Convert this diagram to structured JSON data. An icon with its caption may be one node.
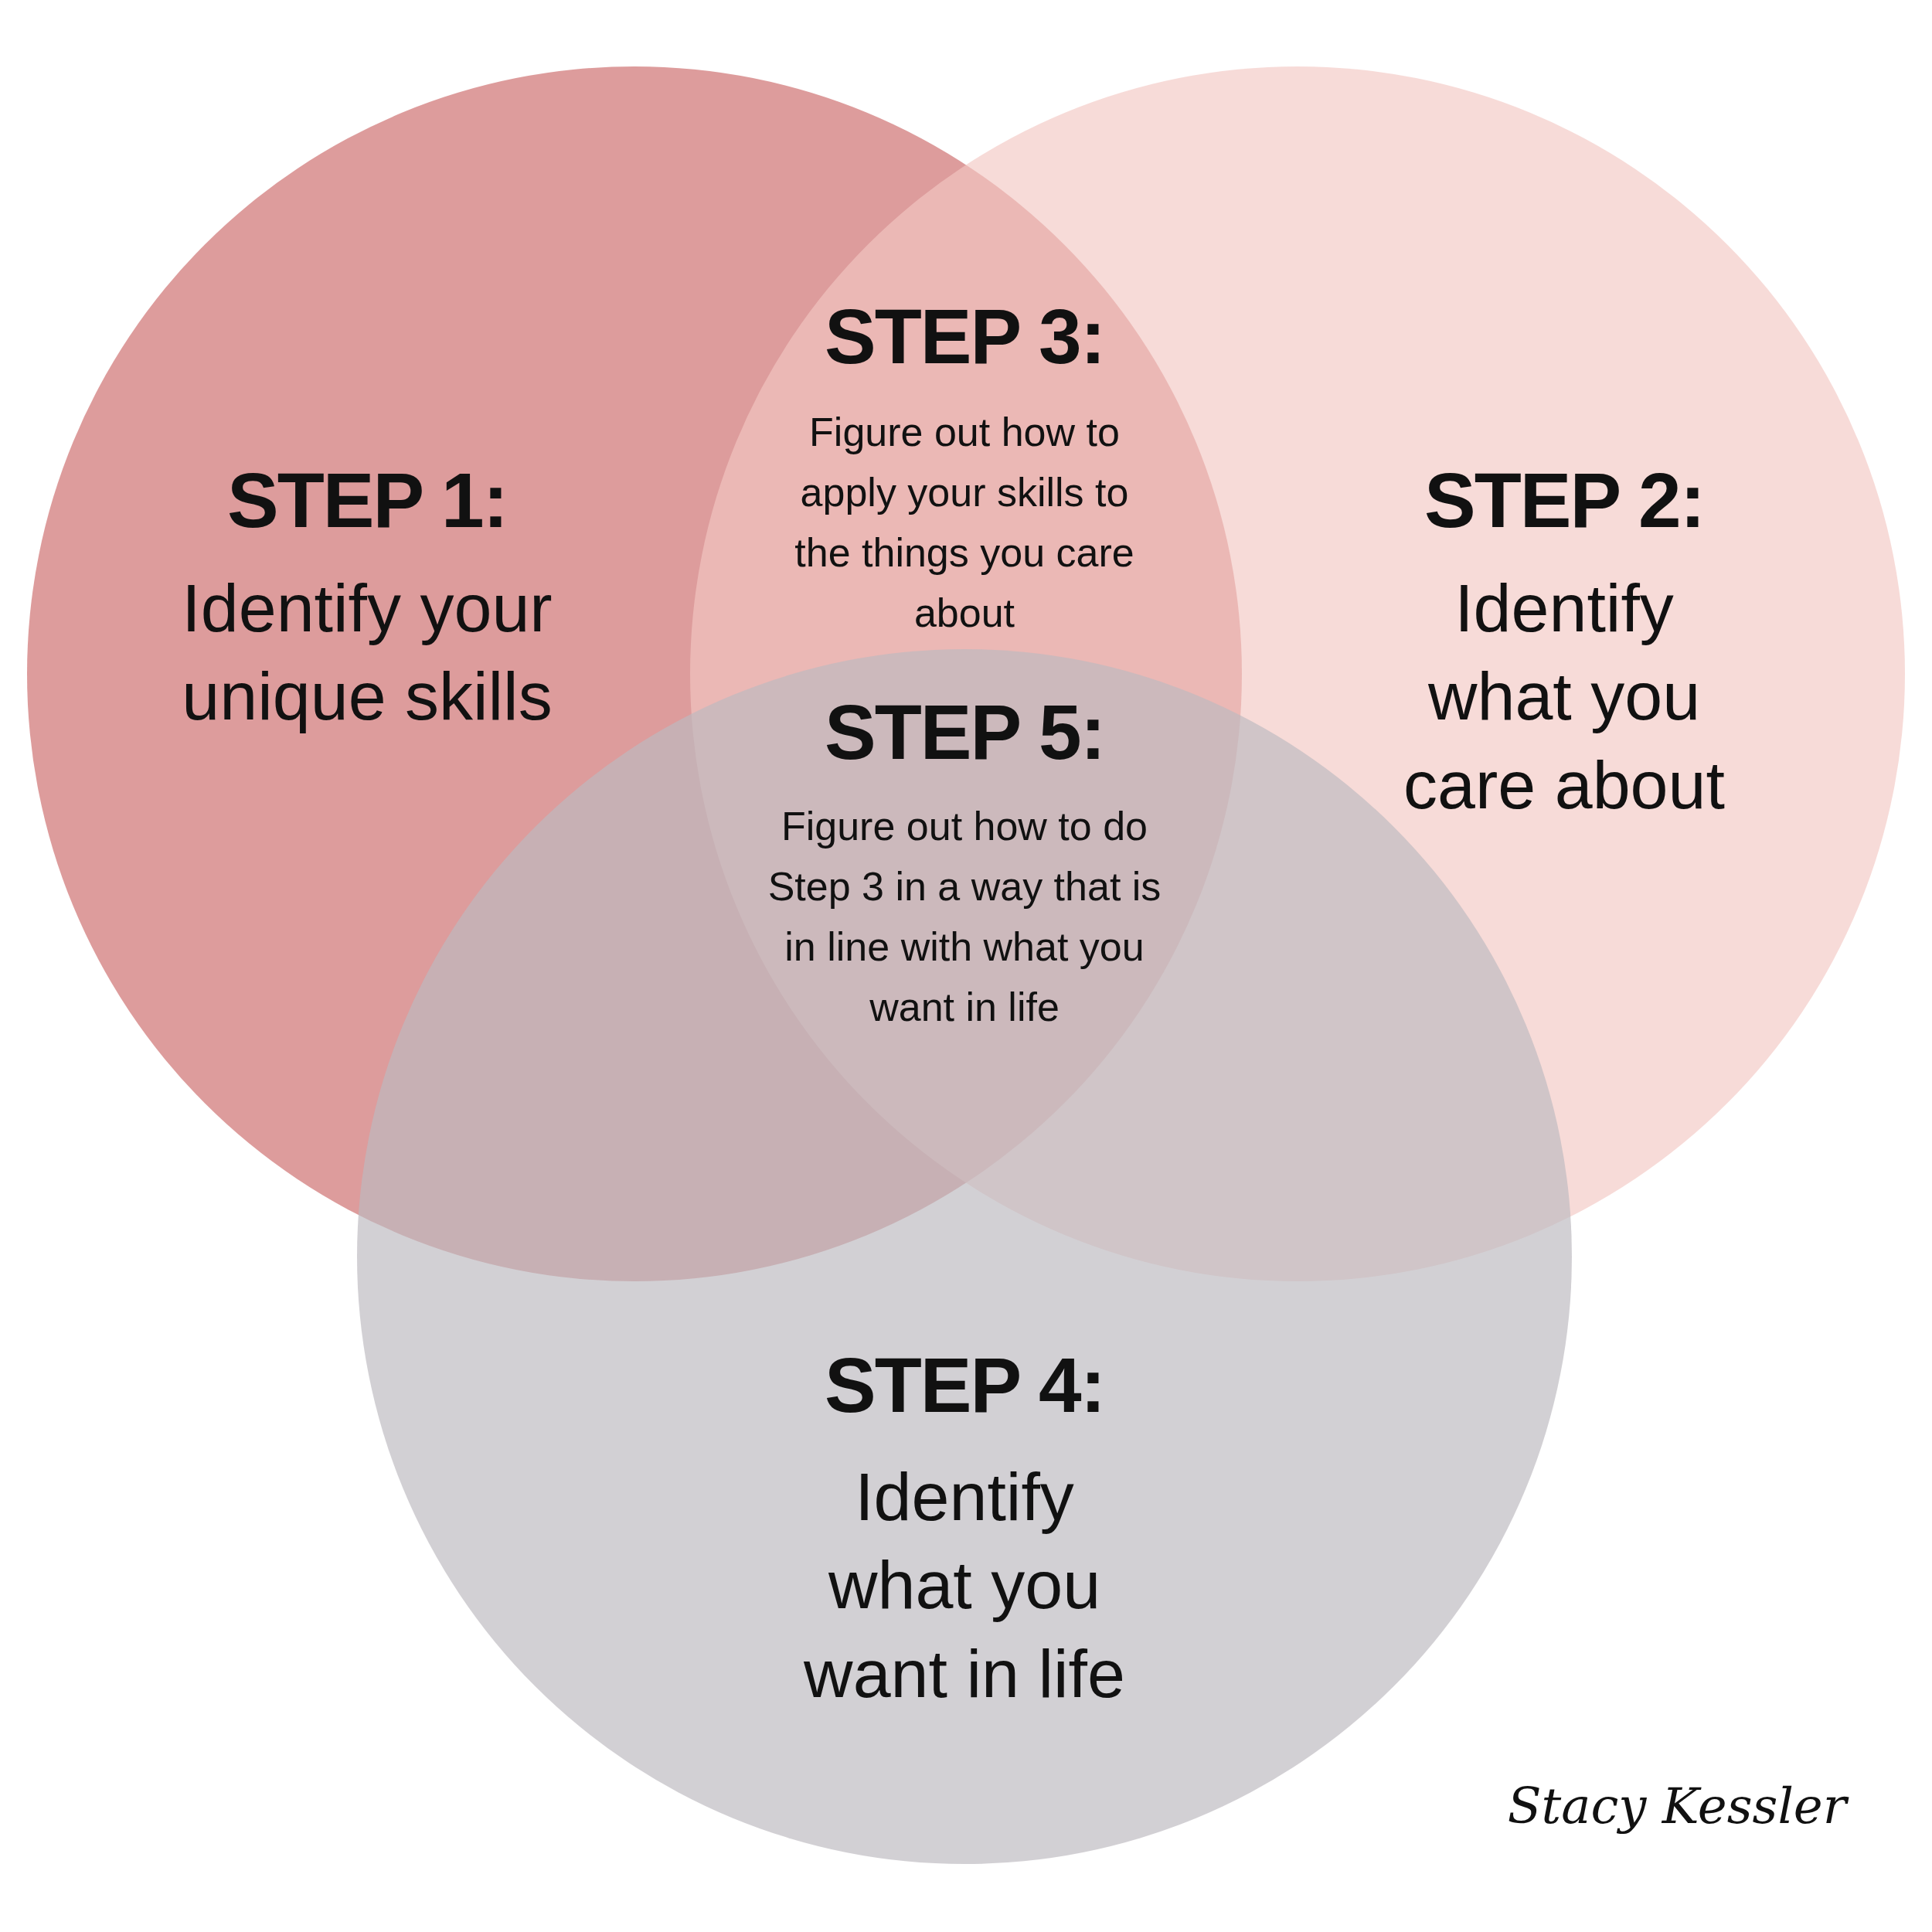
{
  "diagram": {
    "nodes": [
      {
        "text": [
          "STEP 1:",
          "Identify your unique skills"
        ]
      },
      {
        "text": [
          "STEP 2:",
          "Identify what you care about"
        ]
      },
      {
        "text": [
          "STEP 4:",
          "Identify what you want in life"
        ]
      }
    ],
    "edges": [],
    "labels": [
      "STEP 3:",
      "Figure out how to apply your skills to the things you care about",
      "STEP 5:",
      "Figure out how to do Step 3 in a way that is in line with what you want in life",
      "Stacy Kessler"
    ]
  }
}
